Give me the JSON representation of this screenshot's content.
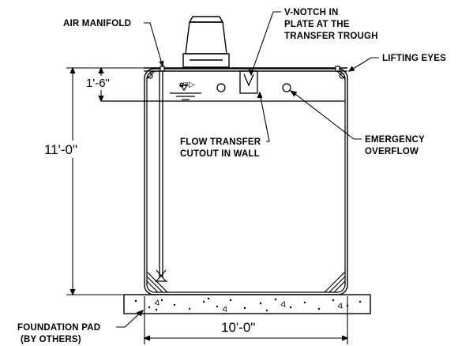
{
  "labels": {
    "air_manifold": "AIR MANIFOLD",
    "v_notch_line1": "V-NOTCH IN",
    "v_notch_line2": "PLATE AT THE",
    "v_notch_line3": "TRANSFER TROUGH",
    "lifting_eyes": "LIFTING EYES",
    "flow_transfer_line1": "FLOW TRANSFER",
    "flow_transfer_line2": "CUTOUT IN WALL",
    "emergency_line1": "EMERGENCY",
    "emergency_line2": "OVERFLOW",
    "foundation_line1": "FOUNDATION PAD",
    "foundation_line2": "(BY OTHERS)"
  },
  "dimensions": {
    "height": "11'-0\"",
    "freeboard": "1'-6\"",
    "width": "10'-0\""
  },
  "logo_text": "ɑ≡▷"
}
